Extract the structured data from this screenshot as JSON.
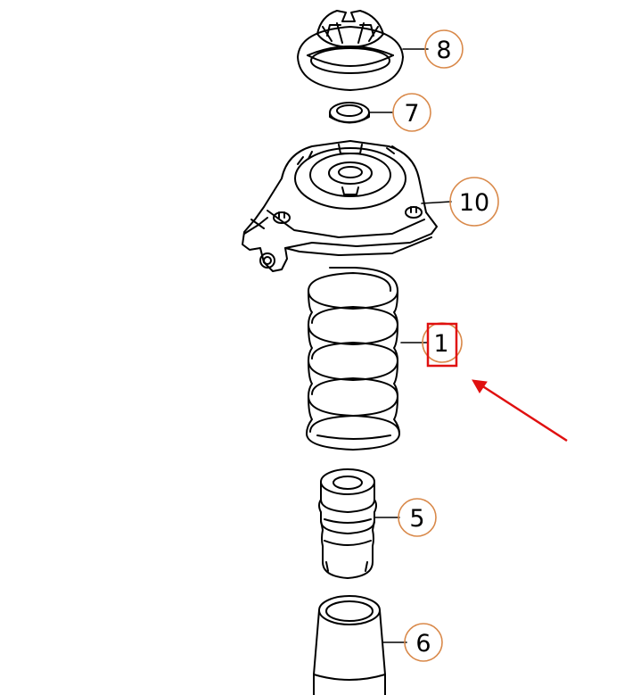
{
  "callouts": [
    {
      "label": "8"
    },
    {
      "label": "7"
    },
    {
      "label": "10"
    },
    {
      "label": "1"
    },
    {
      "label": "5"
    },
    {
      "label": "6"
    }
  ],
  "colors": {
    "line": "#000000",
    "callout_circle": "#d9894a",
    "highlight": "#e01010"
  },
  "highlight": {
    "target_label": "1"
  }
}
